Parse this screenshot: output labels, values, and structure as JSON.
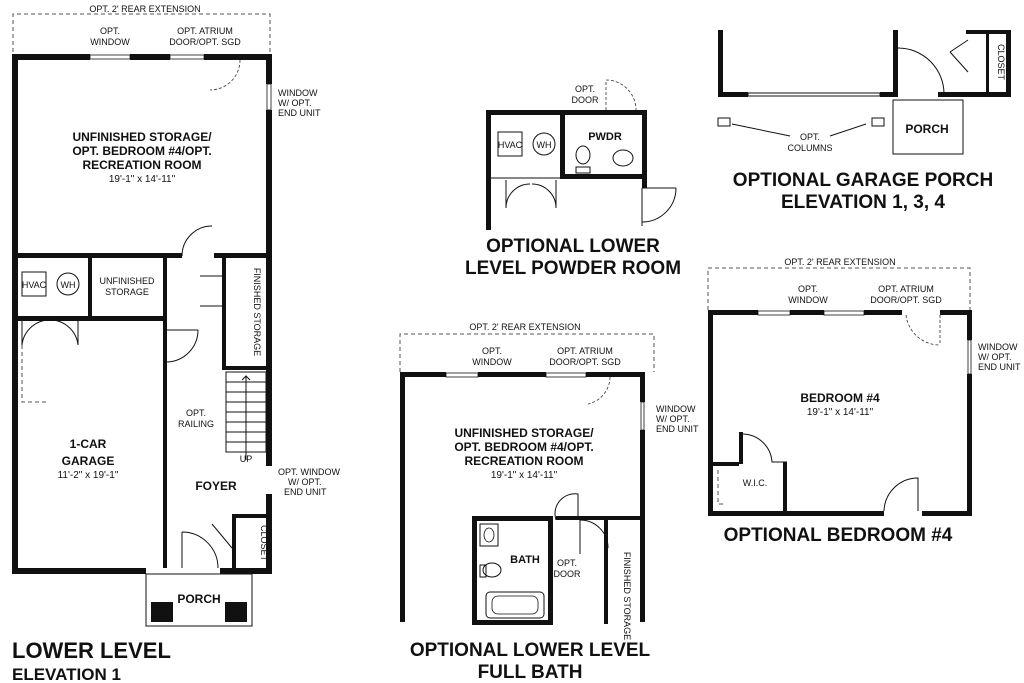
{
  "lower_level": {
    "rear_extension": "OPT. 2' REAR EXTENSION",
    "opt_window": [
      "OPT.",
      "WINDOW"
    ],
    "opt_atrium": [
      "OPT. ATRIUM",
      "DOOR/OPT. SGD"
    ],
    "window_end_unit": [
      "WINDOW",
      "W/ OPT.",
      "END UNIT"
    ],
    "main_room": [
      "UNFINISHED STORAGE/",
      "OPT. BEDROOM #4/OPT.",
      "RECREATION ROOM"
    ],
    "main_room_dim": "19'-1\" x 14'-11\"",
    "hvac": "HVAC",
    "wh": "WH",
    "unfinished_storage": [
      "UNFINISHED",
      "STORAGE"
    ],
    "finished_storage": "FINISHED STORAGE",
    "garage": [
      "1-CAR",
      "GARAGE"
    ],
    "garage_dim": "11'-2\" x 19'-1\"",
    "opt_railing": [
      "OPT.",
      "RAILING"
    ],
    "up": "UP",
    "foyer": "FOYER",
    "opt_window_end": [
      "OPT. WINDOW",
      "W/ OPT.",
      "END UNIT"
    ],
    "closet": "CLOSET",
    "porch": "PORCH",
    "title": "LOWER LEVEL",
    "subtitle": "ELEVATION 1"
  },
  "powder_room": {
    "opt_door": [
      "OPT.",
      "DOOR"
    ],
    "hvac": "HVAC",
    "wh": "WH",
    "pwdr": "PWDR",
    "title": [
      "OPTIONAL LOWER",
      "LEVEL POWDER ROOM"
    ]
  },
  "full_bath": {
    "rear_extension": "OPT. 2' REAR EXTENSION",
    "opt_window": [
      "OPT.",
      "WINDOW"
    ],
    "opt_atrium": [
      "OPT. ATRIUM",
      "DOOR/OPT. SGD"
    ],
    "window_end_unit": [
      "WINDOW",
      "W/ OPT.",
      "END UNIT"
    ],
    "main_room": [
      "UNFINISHED STORAGE/",
      "OPT. BEDROOM #4/OPT.",
      "RECREATION ROOM"
    ],
    "main_room_dim": "19'-1\" x 14'-11\"",
    "bath": "BATH",
    "opt_door": [
      "OPT.",
      "DOOR"
    ],
    "finished_storage": "FINISHED STORAGE",
    "title": [
      "OPTIONAL LOWER LEVEL",
      "FULL BATH"
    ]
  },
  "garage_porch": {
    "closet": "CLOSET",
    "porch": "PORCH",
    "opt_columns": [
      "OPT.",
      "COLUMNS"
    ],
    "title": [
      "OPTIONAL GARAGE PORCH",
      "ELEVATION 1, 3, 4"
    ]
  },
  "bedroom4": {
    "rear_extension": "OPT. 2' REAR EXTENSION",
    "opt_window": [
      "OPT.",
      "WINDOW"
    ],
    "opt_atrium": [
      "OPT. ATRIUM",
      "DOOR/OPT. SGD"
    ],
    "window_end_unit": [
      "WINDOW",
      "W/ OPT.",
      "END UNIT"
    ],
    "bedroom": "BEDROOM #4",
    "bedroom_dim": "19'-1\" x 14'-11\"",
    "wic": "W.I.C.",
    "title": "OPTIONAL BEDROOM #4"
  }
}
